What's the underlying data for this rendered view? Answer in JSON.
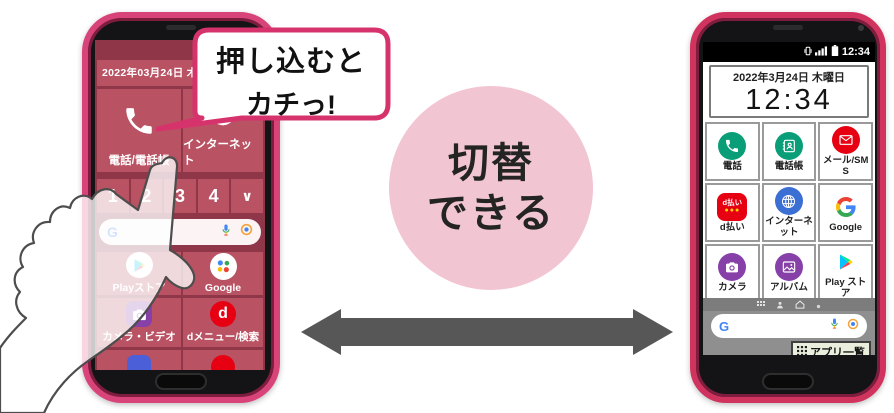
{
  "bubble": {
    "line1": "押し込むと",
    "line2": "カチっ!",
    "border_color": "#d6336c"
  },
  "center": {
    "line1": "切替",
    "line2": "できる",
    "circle_color": "#f2c5d2",
    "arrow_color": "#575757"
  },
  "left_phone": {
    "date": "2022年03月24日 木曜日",
    "tiles": [
      {
        "label": "電話/電話帳",
        "icon": "phone-icon"
      },
      {
        "label": "インターネット",
        "icon": "globe-icon"
      }
    ],
    "number_row": [
      "1",
      "2",
      "3",
      "4",
      "∨"
    ],
    "search": {
      "icons": [
        "google-g-icon",
        "mic-icon",
        "lens-icon"
      ]
    },
    "app_tiles": [
      {
        "label": "Playストア",
        "icon": "play-store-icon"
      },
      {
        "label": "Google",
        "icon": "google-icon"
      },
      {
        "label": "カメラ・ビデオ",
        "icon": "camera-icon"
      },
      {
        "label": "dメニュー/検索",
        "icon": "d-menu-icon"
      }
    ],
    "d_letter": "d",
    "screen_tile_color": "#b95263",
    "screen_bg_color": "#8f3748",
    "body_color": "#d84379"
  },
  "right_phone": {
    "status_time": "12:34",
    "status_icons": [
      "vibrate-icon",
      "signal-icon",
      "battery-icon"
    ],
    "clock_date": "2022年3月24日 木曜日",
    "clock_time": "12:34",
    "tiles": [
      {
        "label": "電話",
        "icon": "phone-icon",
        "color": "#0a9e78"
      },
      {
        "label": "電話帳",
        "icon": "contacts-icon",
        "color": "#0a9e78"
      },
      {
        "label": "メール/SMS",
        "icon": "mail-icon",
        "color": "#e60012"
      },
      {
        "label": "d払い",
        "icon": "d-barai-icon",
        "color": "#e60012"
      },
      {
        "label": "インターネット",
        "icon": "globe-icon",
        "color": "#3b6fd4"
      },
      {
        "label": "Google",
        "icon": "google-g-icon",
        "color": "#ffffff"
      },
      {
        "label": "カメラ",
        "icon": "camera-icon",
        "color": "#8640a8"
      },
      {
        "label": "アルバム",
        "icon": "album-icon",
        "color": "#8640a8"
      },
      {
        "label": "Play ストア",
        "icon": "play-store-icon",
        "color": "#ffffff"
      }
    ],
    "d_barai_text": "d払い",
    "dock_icons": [
      "apps-grid-icon",
      "person-icon",
      "home-icon",
      "dot-icon"
    ],
    "search": {
      "icons": [
        "google-g-icon",
        "mic-icon",
        "lens-icon"
      ]
    },
    "app_list_label": "アプリ一覧",
    "app_list_bg": "#e9efdc"
  }
}
